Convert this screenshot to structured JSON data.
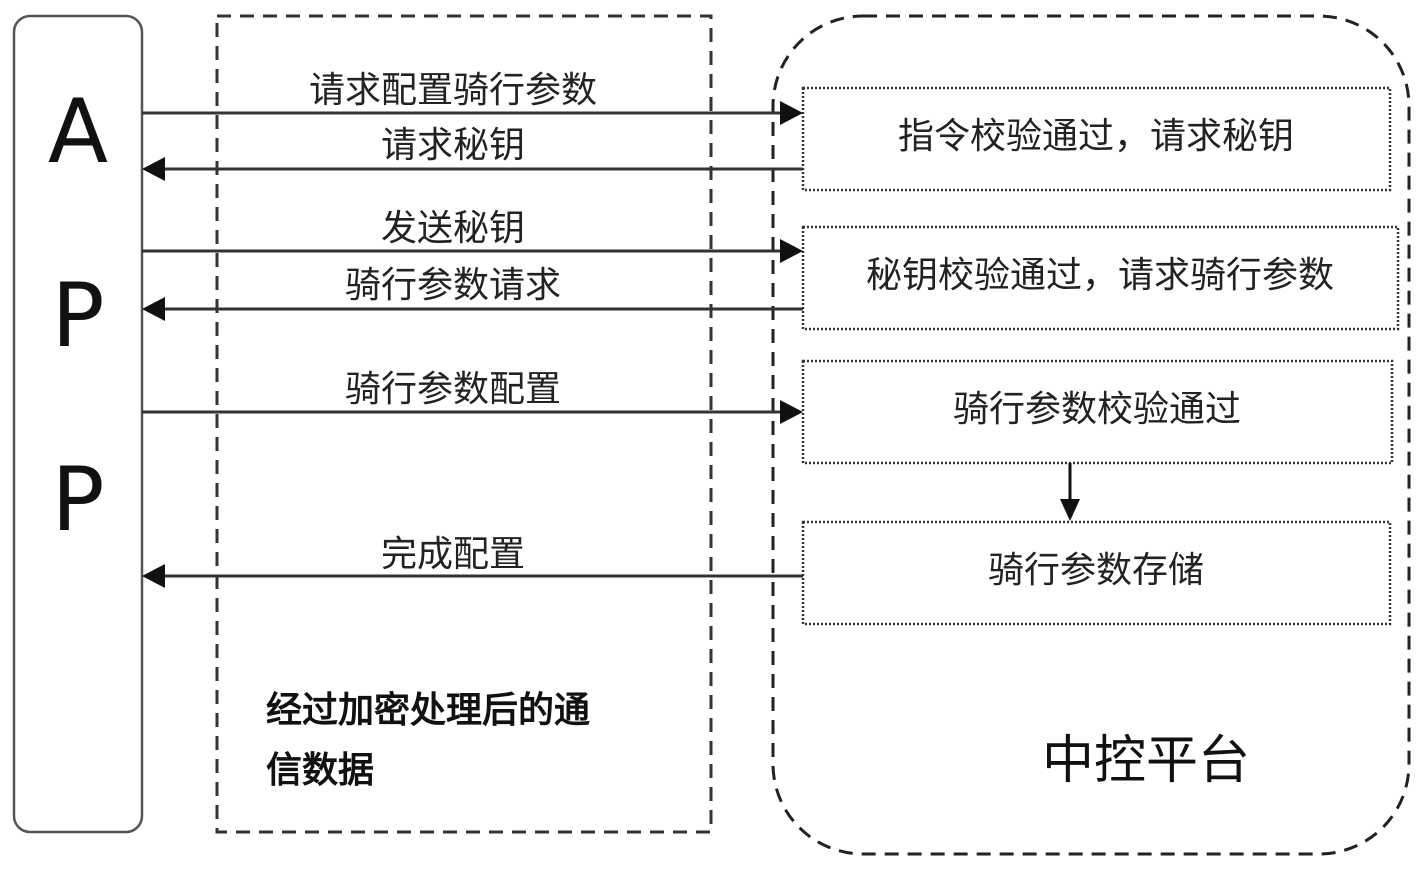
{
  "app": {
    "letters": [
      "A",
      "P",
      "P"
    ]
  },
  "messages": [
    {
      "label": "请求配置骑行参数",
      "direction": "app-to-platform"
    },
    {
      "label": "请求秘钥",
      "direction": "platform-to-app"
    },
    {
      "label": "发送秘钥",
      "direction": "app-to-platform"
    },
    {
      "label": "骑行参数请求",
      "direction": "platform-to-app"
    },
    {
      "label": "骑行参数配置",
      "direction": "app-to-platform"
    },
    {
      "label": "完成配置",
      "direction": "platform-to-app"
    }
  ],
  "channel": {
    "note_line1": "经过加密处理后的通",
    "note_line2": "信数据"
  },
  "platform": {
    "title": "中控平台",
    "steps": [
      {
        "label": "指令校验通过，请求秘钥"
      },
      {
        "label": "秘钥校验通过，请求骑行参数"
      },
      {
        "label": "骑行参数校验通过"
      },
      {
        "label": "骑行参数存储"
      }
    ]
  }
}
